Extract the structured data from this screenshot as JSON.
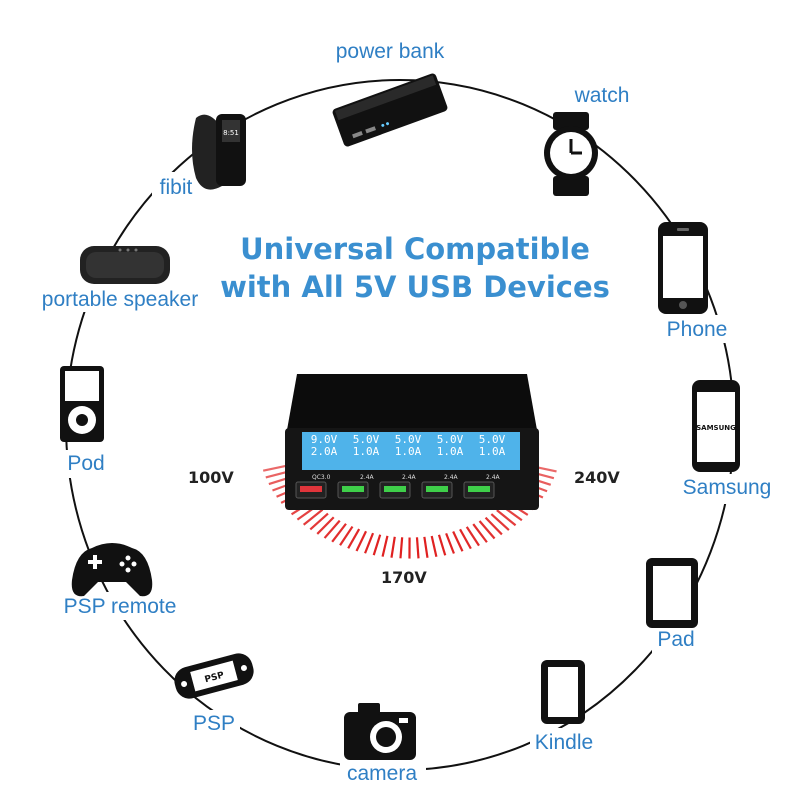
{
  "headline": {
    "line1": "Universal Compatible",
    "line2": "with All 5V USB Devices",
    "color": "#3a8fd0"
  },
  "device_label_color": "#2f7fc4",
  "devices": [
    {
      "label": "power bank",
      "icon": "power-bank-icon"
    },
    {
      "label": "watch",
      "icon": "watch-icon"
    },
    {
      "label": "Phone",
      "icon": "phone-icon"
    },
    {
      "label": "Samsung",
      "icon": "samsung-phone-icon"
    },
    {
      "label": "Pad",
      "icon": "tablet-icon"
    },
    {
      "label": "Kindle",
      "icon": "kindle-icon"
    },
    {
      "label": "camera",
      "icon": "camera-icon"
    },
    {
      "label": "PSP",
      "icon": "psp-icon"
    },
    {
      "label": "PSP remote",
      "icon": "gamepad-icon"
    },
    {
      "label": "Pod",
      "icon": "ipod-icon"
    },
    {
      "label": "portable speaker",
      "icon": "speaker-icon"
    },
    {
      "label": "fibit",
      "icon": "fitness-band-icon"
    }
  ],
  "charger": {
    "displays": [
      {
        "voltage": "9.0V",
        "current": "2.0A"
      },
      {
        "voltage": "5.0V",
        "current": "1.0A"
      },
      {
        "voltage": "5.0V",
        "current": "1.0A"
      },
      {
        "voltage": "5.0V",
        "current": "1.0A"
      },
      {
        "voltage": "5.0V",
        "current": "1.0A"
      }
    ],
    "ports": [
      {
        "label": "QC3.0",
        "color": "#e0353b"
      },
      {
        "label": "2.4A",
        "color": "#3fcf4a"
      },
      {
        "label": "2.4A",
        "color": "#3fcf4a"
      },
      {
        "label": "2.4A",
        "color": "#3fcf4a"
      },
      {
        "label": "2.4A",
        "color": "#3fcf4a"
      }
    ],
    "lcd_color": "#4fb3ea"
  },
  "voltage_scale": {
    "min_label": "100V",
    "mid_label": "170V",
    "max_label": "240V",
    "color": "#e02020"
  },
  "samsung_screen_text": "SAMSUNG",
  "psp_screen_text": "PSP",
  "fitbit_screen_text": "8:51"
}
